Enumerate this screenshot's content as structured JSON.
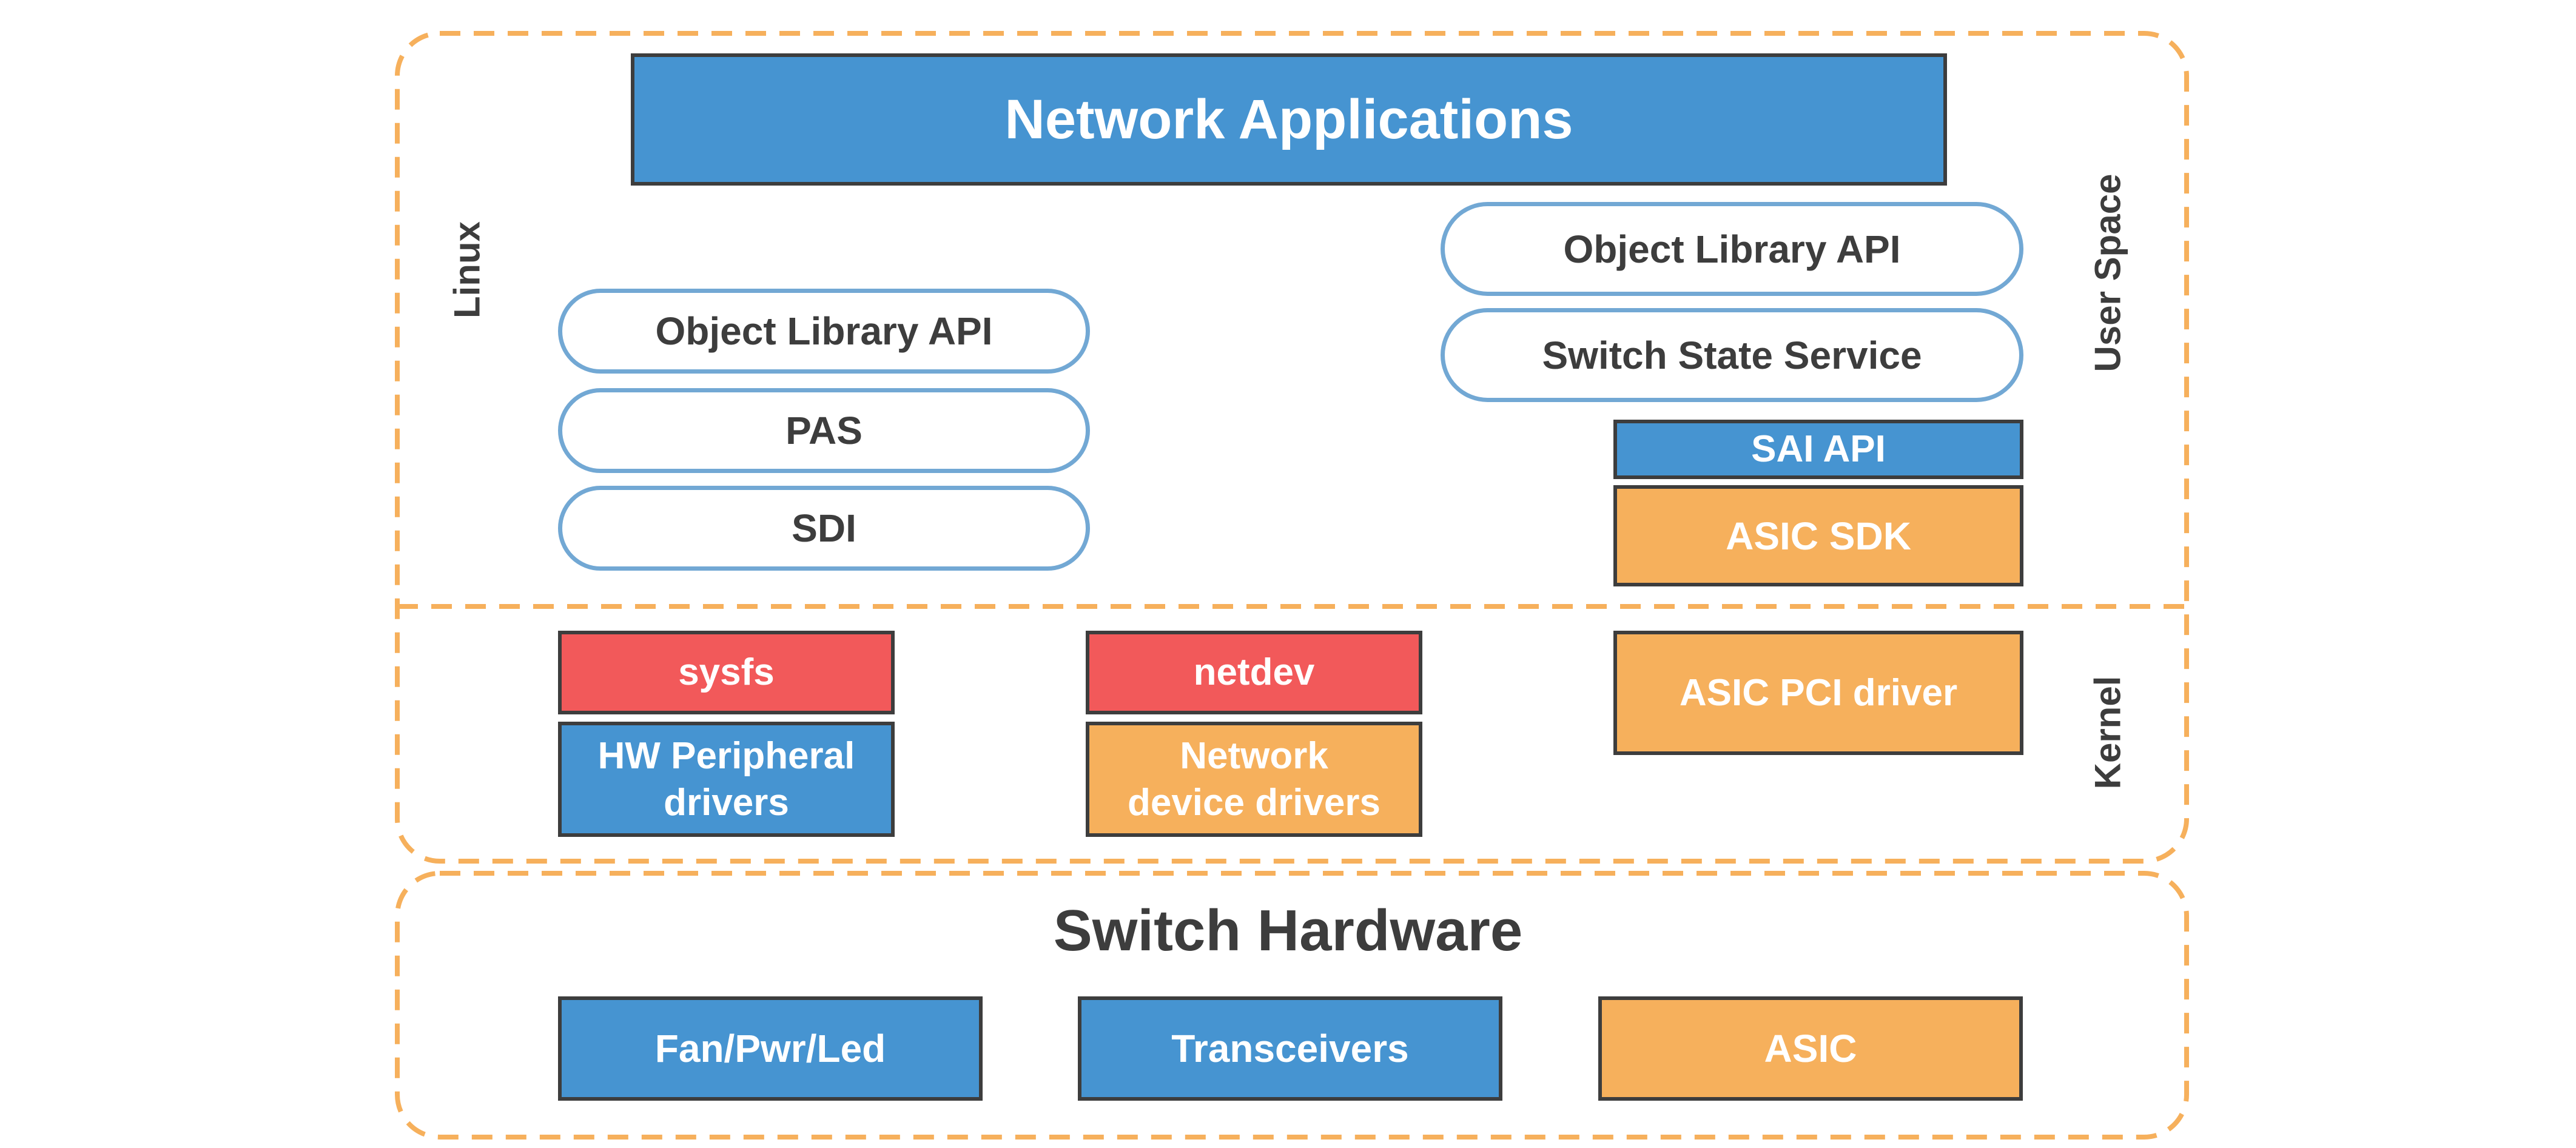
{
  "top_bar": "Network Applications",
  "labels": {
    "linux": "Linux",
    "user_space": "User Space",
    "kernel": "Kernel"
  },
  "left_stack": [
    "Object Library API",
    "PAS",
    "SDI"
  ],
  "right_stack": {
    "object_library": "Object Library API",
    "switch_state": "Switch State Service",
    "sai_api": "SAI API",
    "asic_sdk": "ASIC SDK"
  },
  "kernel": {
    "sysfs": "sysfs",
    "hw_peripheral": [
      "HW Peripheral",
      "drivers"
    ],
    "netdev": "netdev",
    "network_device": [
      "Network",
      "device drivers"
    ],
    "asic_pci": "ASIC PCI driver"
  },
  "hardware": {
    "title": "Switch Hardware",
    "fan": "Fan/Pwr/Led",
    "transceivers": "Transceivers",
    "asic": "ASIC"
  },
  "colors": {
    "blue": "#4694d1",
    "orange": "#f6b05c",
    "red": "#f2595a",
    "pill_border": "#72a8d4",
    "dashed_border": "#f6b05c",
    "text": "#3d3d3d"
  }
}
